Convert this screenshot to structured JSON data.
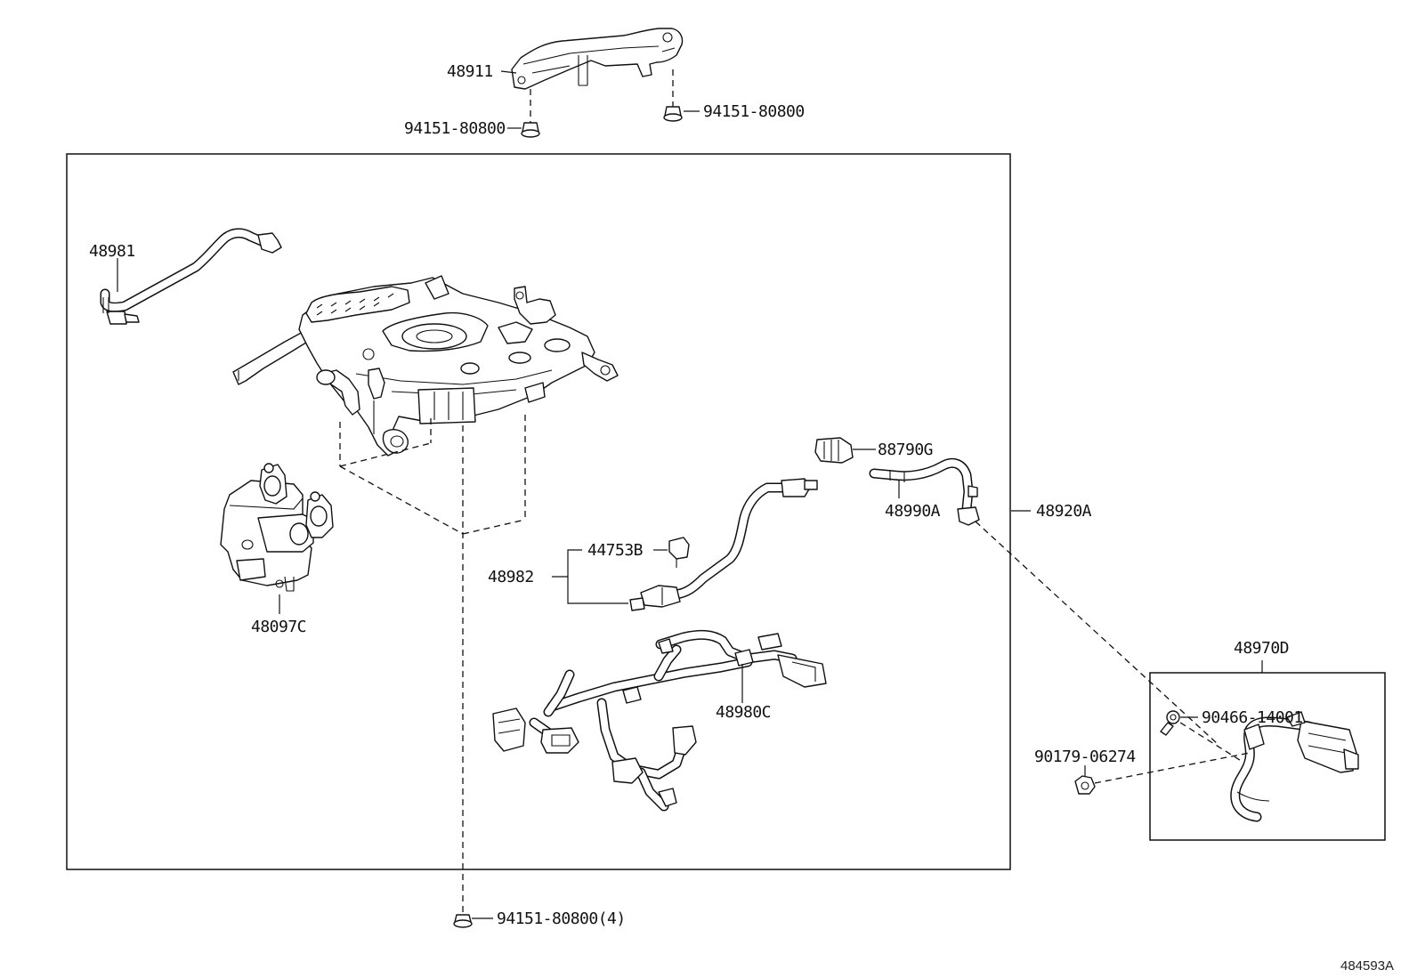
{
  "diagram": {
    "reference_id": "484593A",
    "labels": {
      "p48911": "48911",
      "bolt_top_left": "94151-80800",
      "bolt_top_right": "94151-80800",
      "p48981": "48981",
      "p48097C": "48097C",
      "p88790G": "88790G",
      "p48990A": "48990A",
      "p48920A": "48920A",
      "p44753B": "44753B",
      "p48982": "48982",
      "p48980C": "48980C",
      "p48970D": "48970D",
      "p90466": "90466-14001",
      "p90179": "90179-06274",
      "bolt_bottom": "94151-80800(4)"
    }
  }
}
